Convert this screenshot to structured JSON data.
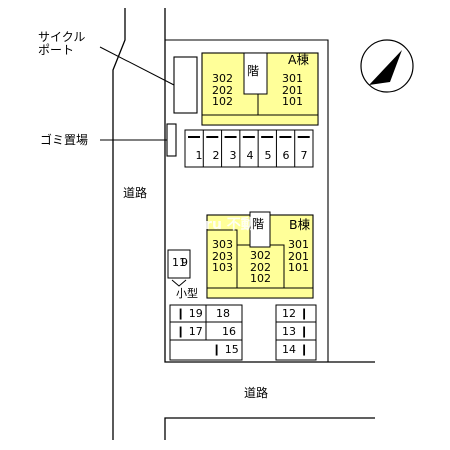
{
  "labels": {
    "cycle_port_line1": "サイクル",
    "cycle_port_line2": "ポート",
    "garbage": "ゴミ置場",
    "road_west": "道路",
    "road_south": "道路",
    "small_type": "小型"
  },
  "building_a": {
    "name": "A棟",
    "left_units": [
      "302",
      "202",
      "102"
    ],
    "right_units": [
      "301",
      "201",
      "101"
    ],
    "stair_icon": "階"
  },
  "building_b": {
    "name": "B棟",
    "left_units": [
      "303",
      "203",
      "103"
    ],
    "center_units": [
      "302",
      "202",
      "102"
    ],
    "right_units": [
      "301",
      "201",
      "101"
    ],
    "stair_icon": "階"
  },
  "parking_row_top": [
    "1",
    "2",
    "3",
    "4",
    "5",
    "6",
    "7"
  ],
  "parking_bike": [
    "11",
    "9"
  ],
  "parking_bottom_left": [
    [
      "19",
      "18"
    ],
    [
      "17",
      "16"
    ],
    [
      "15"
    ]
  ],
  "parking_bottom_right": [
    "12",
    "13",
    "14"
  ],
  "watermark": "ieosiru 不動産",
  "colors": {
    "building": "#ffff99",
    "stroke": "#000000",
    "background": "#ffffff"
  },
  "icons": {
    "north_arrow": "north-arrow-icon"
  }
}
